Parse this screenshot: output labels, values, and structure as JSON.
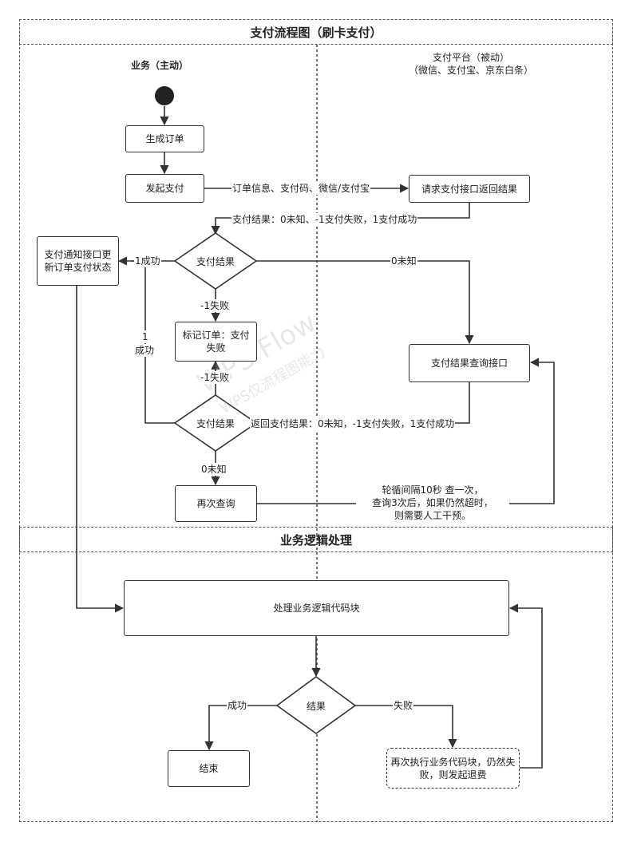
{
  "title": "支付流程图（刷卡支付）",
  "section_title": "业务逻辑处理",
  "lanes": {
    "left": "业务（主动）",
    "right_line1": "支付平台（被动）",
    "right_line2": "（微信、支付宝、京东白条）"
  },
  "nodes": {
    "create_order": "生成订单",
    "start_payment": "发起支付",
    "request_api": "请求支付接口返回结果",
    "notify_api": "支付通知接口更新订单支付状态",
    "result_check_1": "支付结果",
    "mark_failed": "标记订单：支付失败",
    "query_api": "支付结果查询接口",
    "result_check_2": "支付结果",
    "requery": "再次查询",
    "process_block": "处理业务逻辑代码块",
    "result_check_3": "结果",
    "end": "结束",
    "retry_block": "再次执行业务代码块，仍然失败，则发起退费"
  },
  "edges": {
    "order_info": "订单信息、支付码、微信/支付宝",
    "pay_result": "支付结果：0未知、-1支付失败，1支付成功",
    "success_1": "1成功",
    "unknown_1": "0未知",
    "fail_1": "-1失败",
    "fail_2": "-1失败",
    "one": "1",
    "success_2": "成功",
    "return_result": "返回支付结果：0未知，-1支付失败，1支付成功",
    "unknown_2": "0未知",
    "poll_line1": "轮循间隔10秒 查一次，",
    "poll_line2": "查询3次后，如果仍然超时，",
    "poll_line3": "则需要人工干预。",
    "success_3": "成功",
    "fail_3": "失败"
  },
  "watermark": {
    "line1": "WPS Flow",
    "line2": "WPS仅流程图能力"
  }
}
